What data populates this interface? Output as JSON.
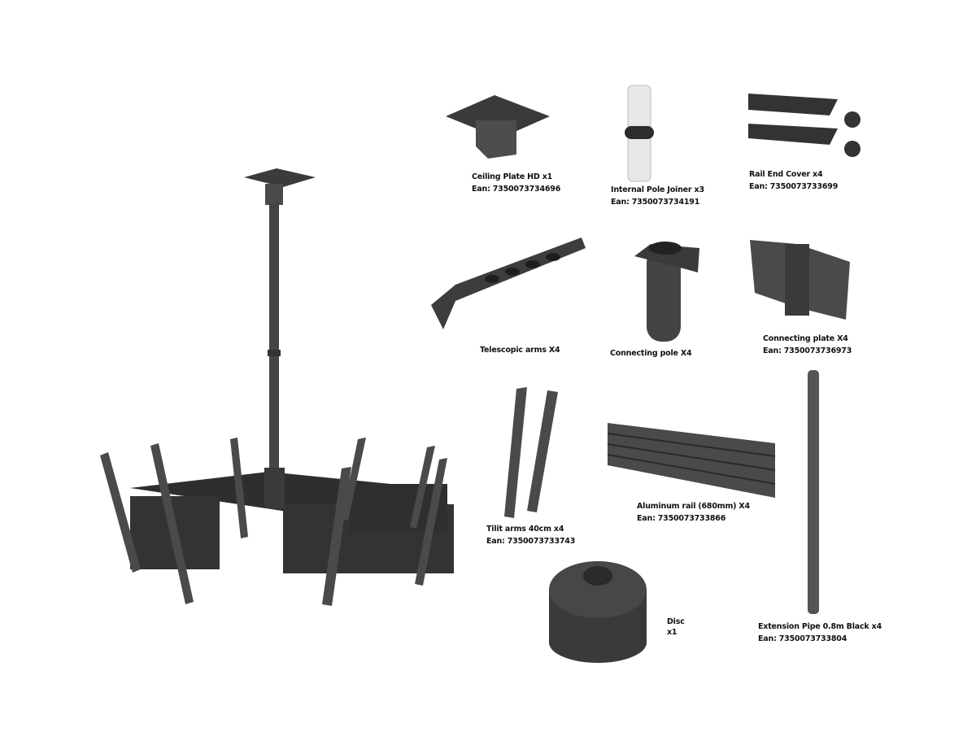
{
  "parts": [
    {
      "name": "Ceiling Plate HD x1",
      "ean": "Ean: 7350073734696"
    },
    {
      "name": "Internal Pole Joiner x3",
      "ean": "Ean: 7350073734191"
    },
    {
      "name": "Rail End Cover x4",
      "ean": "Ean: 7350073733699"
    },
    {
      "name": "Telescopic arms X4"
    },
    {
      "name": "Connecting pole X4"
    },
    {
      "name": "Connecting plate X4",
      "ean": "Ean: 7350073736973"
    },
    {
      "name": "Tilit arms 40cm x4",
      "ean": "Ean: 7350073733743"
    },
    {
      "name": "Aluminum rail (680mm) X4",
      "ean": "Ean: 7350073733866"
    },
    {
      "name": "Disc",
      "qty": "x1"
    },
    {
      "name": "Extension Pipe 0.8m Black x4",
      "ean": "Ean: 7350073733804"
    }
  ],
  "colors": {
    "metal": "#3b3b3b",
    "metal_light": "#5a5a5a",
    "joiner": "#e6e6e6"
  }
}
